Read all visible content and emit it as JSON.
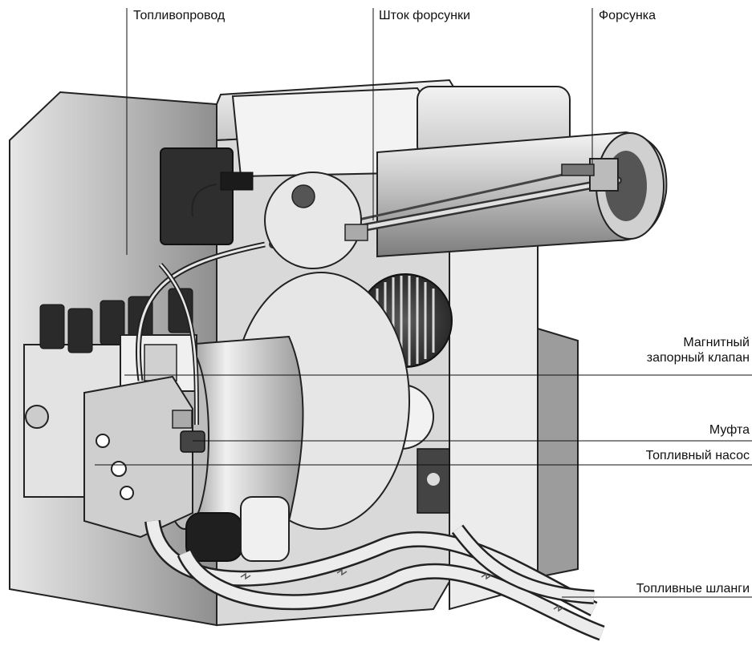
{
  "labels": {
    "fuel_line": "Топливопровод",
    "nozzle_rod": "Шток форсунки",
    "nozzle": "Форсунка",
    "solenoid_valve_line1": "Магнитный",
    "solenoid_valve_line2": "запорный клапан",
    "coupling": "Муфта",
    "fuel_pump": "Топливный насос",
    "fuel_hoses": "Топливные шланги"
  }
}
